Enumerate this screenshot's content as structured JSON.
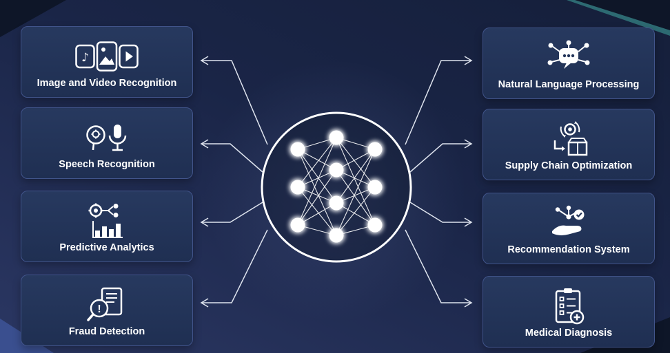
{
  "diagram": {
    "title": "",
    "center": {
      "name": "neural-network-hub"
    },
    "left_cards": [
      {
        "label": "Image and Video Recognition",
        "icon": "media-recognition-icon"
      },
      {
        "label": "Speech Recognition",
        "icon": "speech-recognition-icon"
      },
      {
        "label": "Predictive Analytics",
        "icon": "predictive-analytics-icon"
      },
      {
        "label": "Fraud Detection",
        "icon": "fraud-detection-icon"
      }
    ],
    "right_cards": [
      {
        "label": "Natural Language Processing",
        "icon": "natural-language-processing-icon"
      },
      {
        "label": "Supply Chain Optimization",
        "icon": "supply-chain-optimization-icon"
      },
      {
        "label": "Recommendation System",
        "icon": "recommendation-system-icon"
      },
      {
        "label": "Medical Diagnosis",
        "icon": "medical-diagnosis-icon"
      }
    ],
    "colors": {
      "background_dark": "#151f3a",
      "background_light": "#2b3763",
      "card_background": "#223459",
      "card_border": "#41548a",
      "line_color": "#ffffff",
      "teal_accent": "#2d6a72",
      "corner_blue": "#3a4f8f"
    }
  }
}
